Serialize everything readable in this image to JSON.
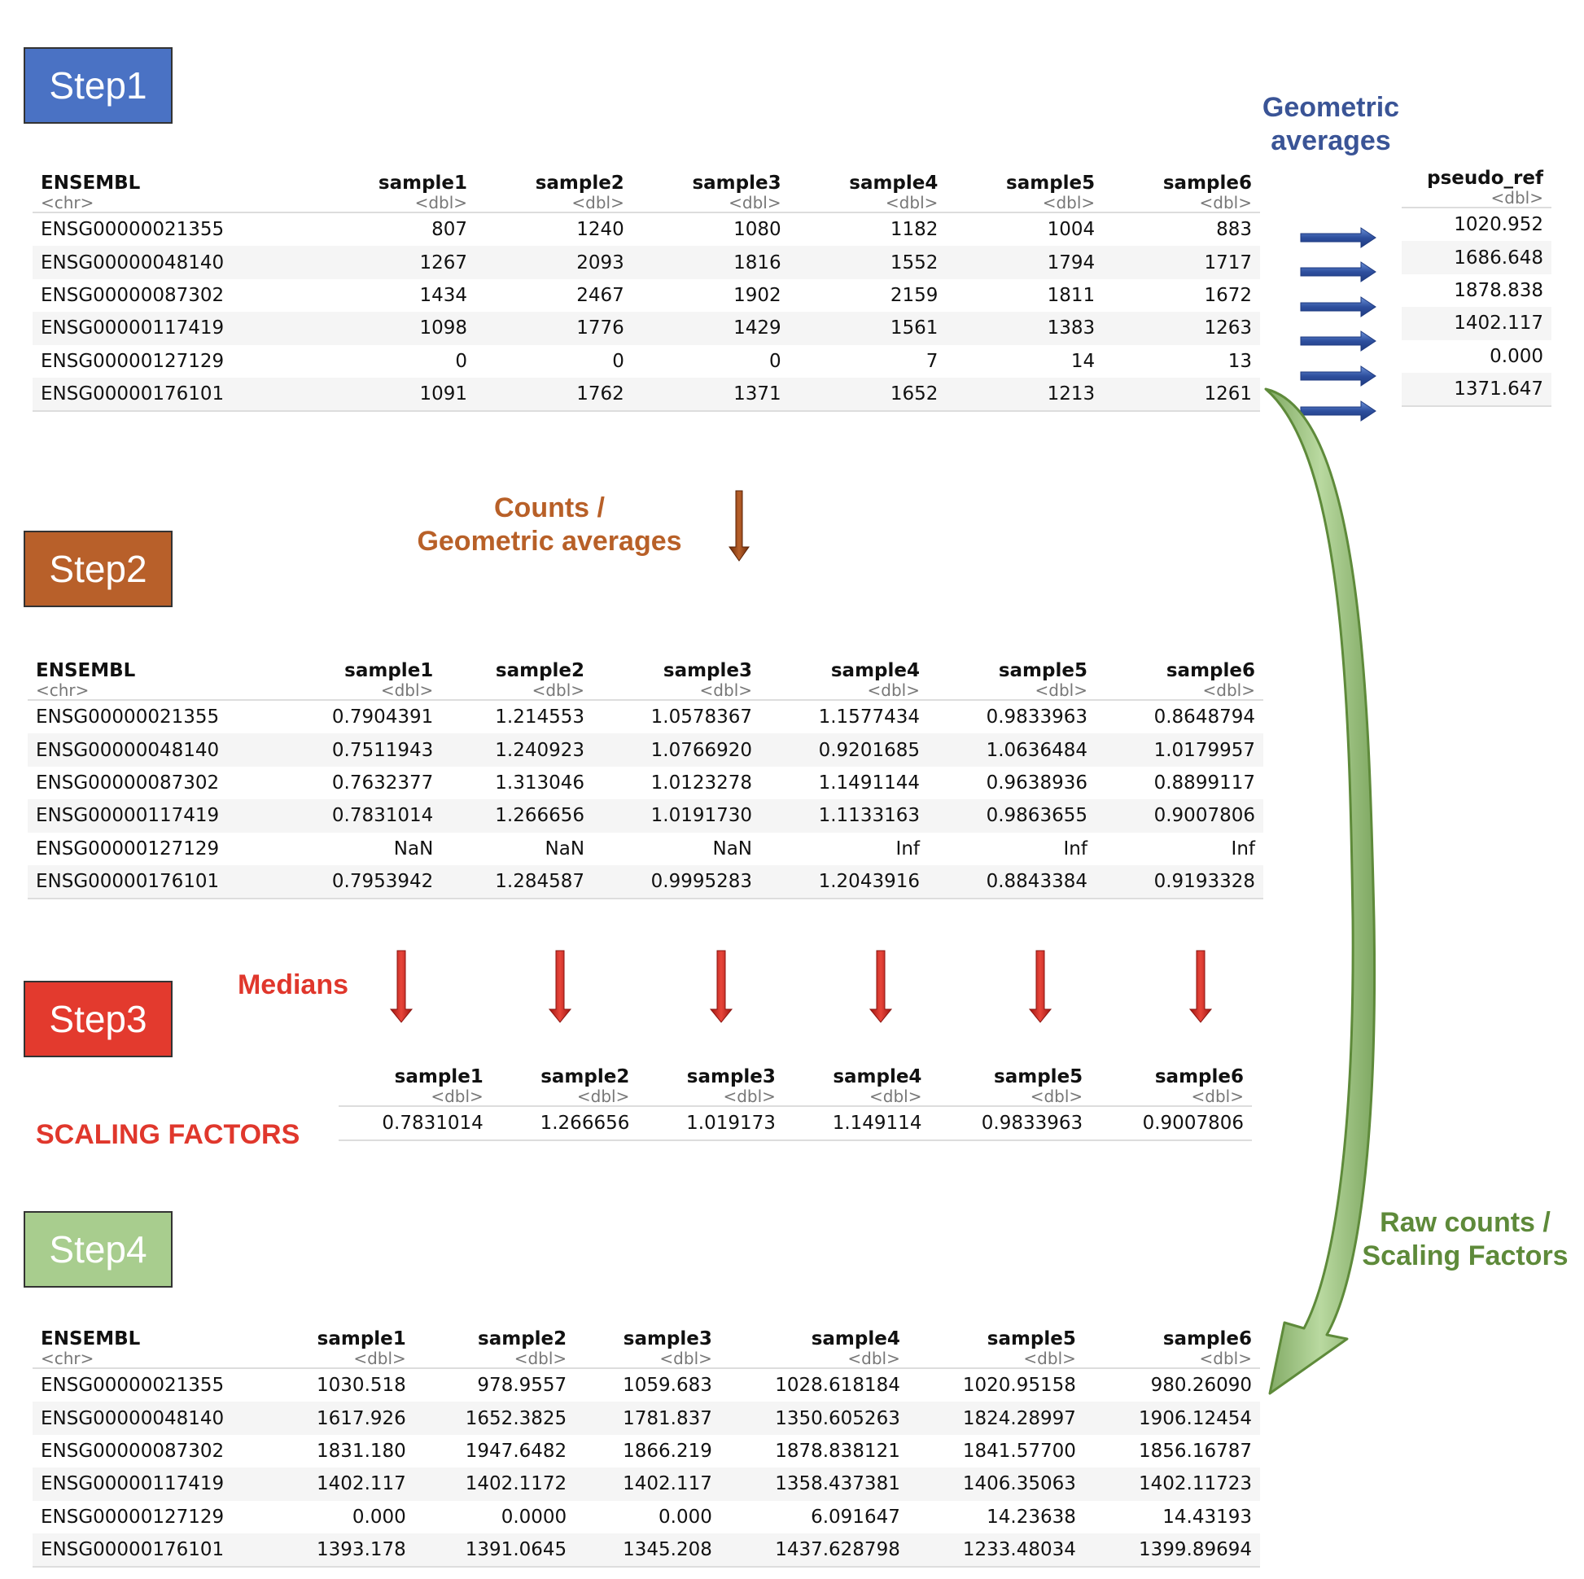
{
  "steps": [
    "Step1",
    "Step2",
    "Step3",
    "Step4"
  ],
  "notes": {
    "geometric": [
      "Geometric",
      "averages"
    ],
    "counts": [
      "Counts /",
      "Geometric averages"
    ],
    "medians": "Medians",
    "scaling_factors": "SCALING FACTORS",
    "raw_counts": [
      "Raw counts /",
      "Scaling Factors"
    ]
  },
  "colors": {
    "step1": "#4a72c4",
    "step2": "#b8602a",
    "step3": "#e33a2e",
    "step4": "#a8cd8e",
    "note_blue": "#3a5496",
    "note_brown": "#b86028",
    "note_red": "#e0372c",
    "note_green": "#5e8a3a"
  },
  "table1": {
    "columns": [
      {
        "name": "ENSEMBL",
        "type": "<chr>"
      },
      {
        "name": "sample1",
        "type": "<dbl>"
      },
      {
        "name": "sample2",
        "type": "<dbl>"
      },
      {
        "name": "sample3",
        "type": "<dbl>"
      },
      {
        "name": "sample4",
        "type": "<dbl>"
      },
      {
        "name": "sample5",
        "type": "<dbl>"
      },
      {
        "name": "sample6",
        "type": "<dbl>"
      }
    ],
    "rows": [
      [
        "ENSG00000021355",
        "807",
        "1240",
        "1080",
        "1182",
        "1004",
        "883"
      ],
      [
        "ENSG00000048140",
        "1267",
        "2093",
        "1816",
        "1552",
        "1794",
        "1717"
      ],
      [
        "ENSG00000087302",
        "1434",
        "2467",
        "1902",
        "2159",
        "1811",
        "1672"
      ],
      [
        "ENSG00000117419",
        "1098",
        "1776",
        "1429",
        "1561",
        "1383",
        "1263"
      ],
      [
        "ENSG00000127129",
        "0",
        "0",
        "0",
        "7",
        "14",
        "13"
      ],
      [
        "ENSG00000176101",
        "1091",
        "1762",
        "1371",
        "1652",
        "1213",
        "1261"
      ]
    ]
  },
  "pseudo_ref": {
    "column": {
      "name": "pseudo_ref",
      "type": "<dbl>"
    },
    "rows": [
      "1020.952",
      "1686.648",
      "1878.838",
      "1402.117",
      "0.000",
      "1371.647"
    ]
  },
  "table2": {
    "columns": [
      {
        "name": "ENSEMBL",
        "type": "<chr>"
      },
      {
        "name": "sample1",
        "type": "<dbl>"
      },
      {
        "name": "sample2",
        "type": "<dbl>"
      },
      {
        "name": "sample3",
        "type": "<dbl>"
      },
      {
        "name": "sample4",
        "type": "<dbl>"
      },
      {
        "name": "sample5",
        "type": "<dbl>"
      },
      {
        "name": "sample6",
        "type": "<dbl>"
      }
    ],
    "rows": [
      [
        "ENSG00000021355",
        "0.7904391",
        "1.214553",
        "1.0578367",
        "1.1577434",
        "0.9833963",
        "0.8648794"
      ],
      [
        "ENSG00000048140",
        "0.7511943",
        "1.240923",
        "1.0766920",
        "0.9201685",
        "1.0636484",
        "1.0179957"
      ],
      [
        "ENSG00000087302",
        "0.7632377",
        "1.313046",
        "1.0123278",
        "1.1491144",
        "0.9638936",
        "0.8899117"
      ],
      [
        "ENSG00000117419",
        "0.7831014",
        "1.266656",
        "1.0191730",
        "1.1133163",
        "0.9863655",
        "0.9007806"
      ],
      [
        "ENSG00000127129",
        "NaN",
        "NaN",
        "NaN",
        "Inf",
        "Inf",
        "Inf"
      ],
      [
        "ENSG00000176101",
        "0.7953942",
        "1.284587",
        "0.9995283",
        "1.2043916",
        "0.8843384",
        "0.9193328"
      ]
    ]
  },
  "table3": {
    "columns": [
      {
        "name": "sample1",
        "type": "<dbl>"
      },
      {
        "name": "sample2",
        "type": "<dbl>"
      },
      {
        "name": "sample3",
        "type": "<dbl>"
      },
      {
        "name": "sample4",
        "type": "<dbl>"
      },
      {
        "name": "sample5",
        "type": "<dbl>"
      },
      {
        "name": "sample6",
        "type": "<dbl>"
      }
    ],
    "rows": [
      [
        "0.7831014",
        "1.266656",
        "1.019173",
        "1.149114",
        "0.9833963",
        "0.9007806"
      ]
    ]
  },
  "table4": {
    "columns": [
      {
        "name": "ENSEMBL",
        "type": "<chr>"
      },
      {
        "name": "sample1",
        "type": "<dbl>"
      },
      {
        "name": "sample2",
        "type": "<dbl>"
      },
      {
        "name": "sample3",
        "type": "<dbl>"
      },
      {
        "name": "sample4",
        "type": "<dbl>"
      },
      {
        "name": "sample5",
        "type": "<dbl>"
      },
      {
        "name": "sample6",
        "type": "<dbl>"
      }
    ],
    "rows": [
      [
        "ENSG00000021355",
        "1030.518",
        "978.9557",
        "1059.683",
        "1028.618184",
        "1020.95158",
        "980.26090"
      ],
      [
        "ENSG00000048140",
        "1617.926",
        "1652.3825",
        "1781.837",
        "1350.605263",
        "1824.28997",
        "1906.12454"
      ],
      [
        "ENSG00000087302",
        "1831.180",
        "1947.6482",
        "1866.219",
        "1878.838121",
        "1841.57700",
        "1856.16787"
      ],
      [
        "ENSG00000117419",
        "1402.117",
        "1402.1172",
        "1402.117",
        "1358.437381",
        "1406.35063",
        "1402.11723"
      ],
      [
        "ENSG00000127129",
        "0.000",
        "0.0000",
        "0.000",
        "6.091647",
        "14.23638",
        "14.43193"
      ],
      [
        "ENSG00000176101",
        "1393.178",
        "1391.0645",
        "1345.208",
        "1437.628798",
        "1233.48034",
        "1399.89694"
      ]
    ]
  }
}
